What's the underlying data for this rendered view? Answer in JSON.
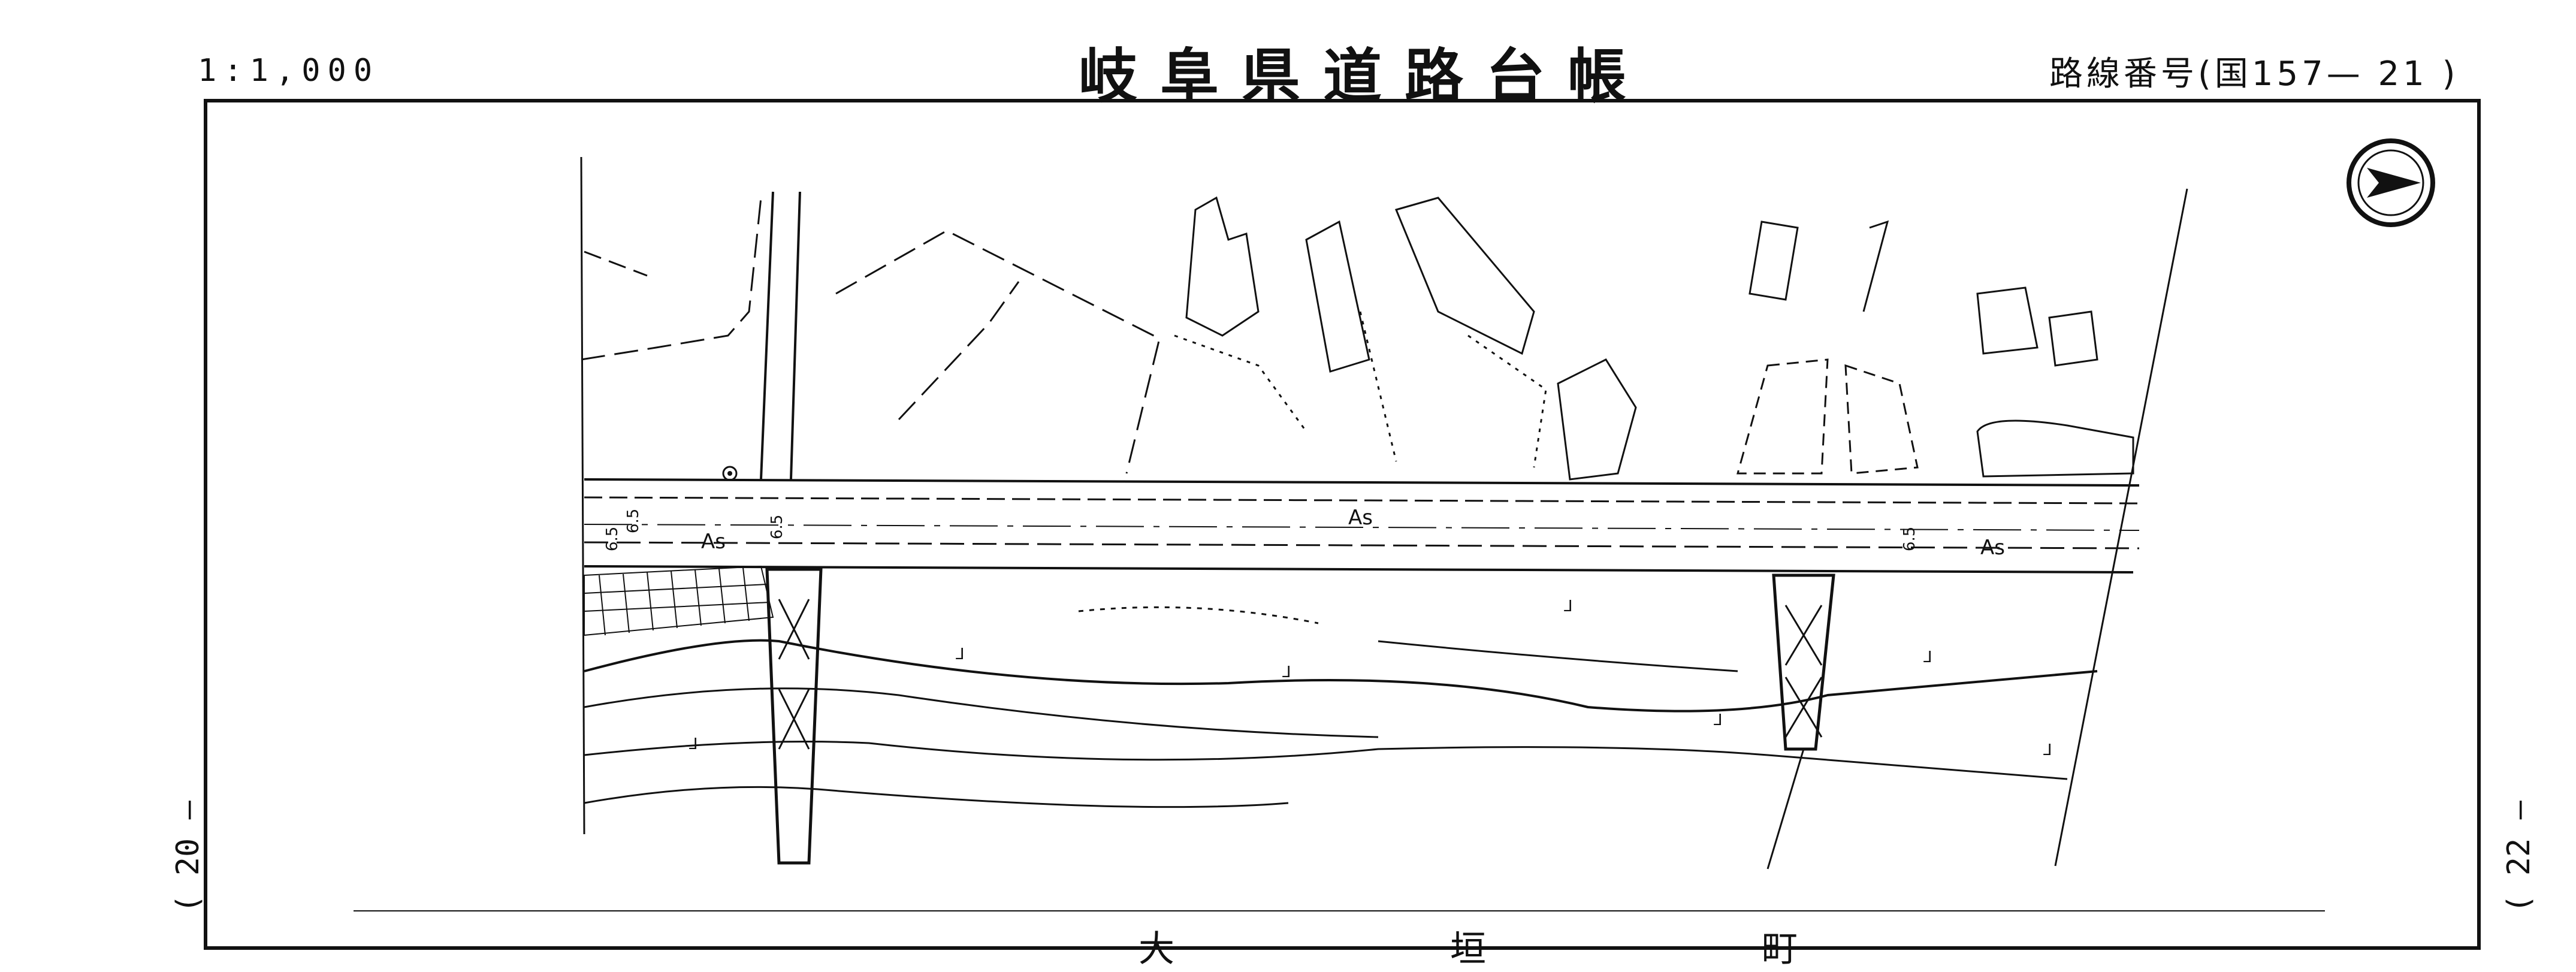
{
  "header": {
    "scale": "1:1,000",
    "title": "岐阜県道路台帳",
    "route": "路線番号(国157— 21 )"
  },
  "adjacent_sheets": {
    "left": "( 20 —",
    "right": "( 22 —"
  },
  "district_name": "大　垣　町",
  "map_labels": {
    "surface_left": "As",
    "surface_center": "As",
    "surface_right": "As",
    "width_label": "6.5",
    "width_label_small": "6.5",
    "embankment_symbol": "⅃"
  },
  "icons": {
    "north": "north-arrow-icon",
    "benchmark": "benchmark-icon"
  }
}
